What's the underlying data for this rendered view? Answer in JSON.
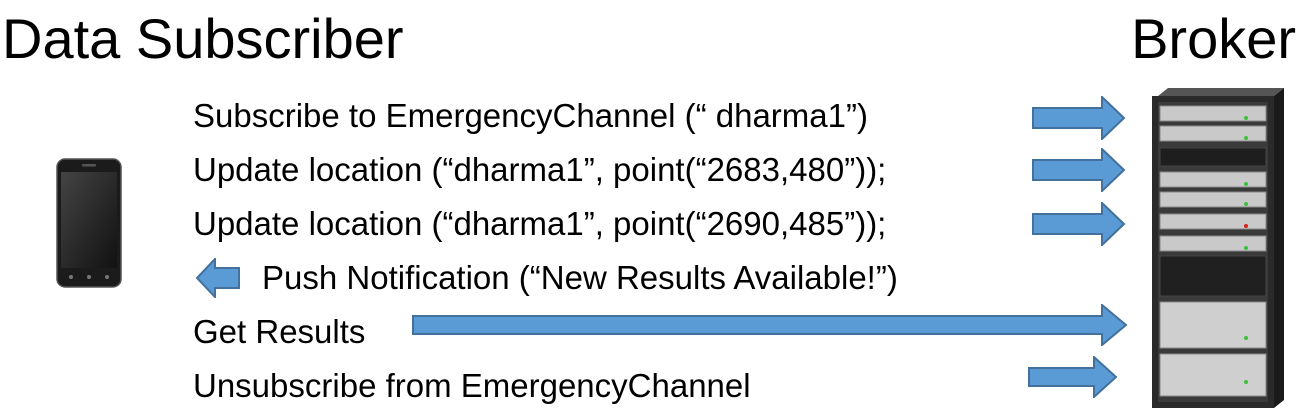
{
  "titles": {
    "subscriber": "Data Subscriber",
    "broker": "Broker"
  },
  "messages": [
    {
      "text": "Subscribe to EmergencyChannel (“ dharma1”)",
      "direction": "to-broker"
    },
    {
      "text": "Update location (“dharma1”, point(“2683,480”));",
      "direction": "to-broker"
    },
    {
      "text": "Update location (“dharma1”, point(“2690,485”));",
      "direction": "to-broker"
    },
    {
      "text": "Push Notification (“New Results Available!”)",
      "direction": "to-subscriber"
    },
    {
      "text": "Get Results",
      "direction": "to-broker"
    },
    {
      "text": "Unsubscribe from EmergencyChannel",
      "direction": "to-broker"
    }
  ],
  "colors": {
    "arrow_fill": "#5b9bd5",
    "arrow_stroke": "#41719c",
    "phone_body": "#1b1b1b",
    "server_body": "#2a2a2a",
    "drive_bay": "#c9c9c9",
    "led_green": "#3fbf3f",
    "led_red": "#d62020"
  },
  "icons": {
    "subscriber": "smartphone-icon",
    "broker": "server-rack-icon"
  }
}
